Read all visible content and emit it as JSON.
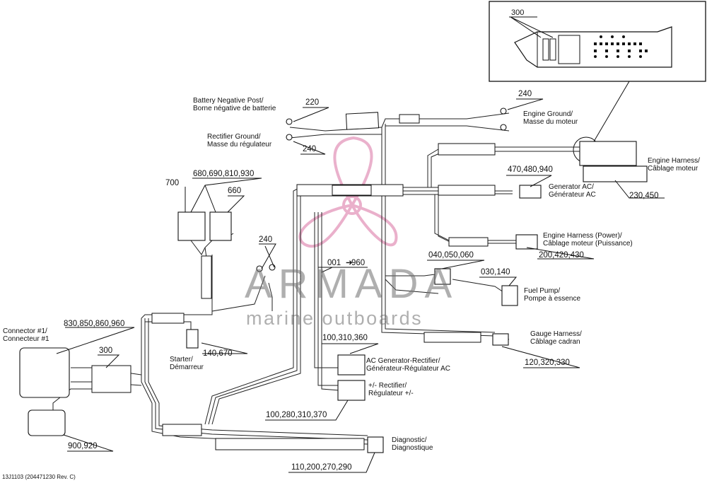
{
  "figure": {
    "reference": "13J1103 (204471230 Rev. C)"
  },
  "watermark": {
    "brand": "ARMADA",
    "tagline": "marine outboards",
    "accent_color": "#e8a8c6",
    "text_color": "#8a8a8a"
  },
  "inset": {
    "part_number": "300"
  },
  "components": [
    {
      "id": "battery_negative",
      "label_en": "Battery Negative Post/",
      "label_fr": "Borne négative de batterie",
      "parts": "220"
    },
    {
      "id": "rectifier_ground",
      "label_en": "Rectifier Ground/",
      "label_fr": "Masse du régulateur",
      "parts": "240"
    },
    {
      "id": "engine_ground",
      "label_en": "Engine Ground/",
      "label_fr": "Masse du moteur",
      "parts": "240"
    },
    {
      "id": "engine_harness",
      "label_en": "Engine Harness/",
      "label_fr": "Câblage moteur",
      "parts": "230,450"
    },
    {
      "id": "generator_ac",
      "label_en": "Generator AC/",
      "label_fr": "Générateur AC",
      "parts": "470,480,940"
    },
    {
      "id": "engine_harness_power",
      "label_en": "Engine Harness (Power)/",
      "label_fr": "Câblage moteur (Puissance)",
      "parts": "200,420,430"
    },
    {
      "id": "fuel_pump",
      "label_en": "Fuel Pump/",
      "label_fr": "Pompe à essence",
      "parts": "030,140"
    },
    {
      "id": "gauge_harness",
      "label_en": "Gauge Harness/",
      "label_fr": "Câblage cadran",
      "parts": "120,320,330"
    },
    {
      "id": "ac_gen_rectifier",
      "label_en": "AC Generator-Rectifier/",
      "label_fr": "Générateur-Régulateur AC",
      "parts": "100,310,360"
    },
    {
      "id": "rectifier_pm",
      "label_en": "+/- Rectifier/",
      "label_fr": "Régulateur +/-",
      "parts": "100,280,310,370"
    },
    {
      "id": "diagnostic",
      "label_en": "Diagnostic/",
      "label_fr": "Diagnostique",
      "parts": "110,200,270,290"
    },
    {
      "id": "starter",
      "label_en": "Starter/",
      "label_fr": "Démarreur",
      "parts": "140,670"
    },
    {
      "id": "connector1",
      "label_en": "Connector #1/",
      "label_fr": "Connecteur #1",
      "parts": "830,850,860,960"
    }
  ],
  "callouts": {
    "relay_group": "680,690,810,930",
    "relay_left": "700",
    "relay_right": "660",
    "ring_terminals": "240",
    "harness_range_start": "001",
    "harness_range_end": "960",
    "fuel_connector": "040,050,060",
    "connector_300": "300",
    "bottom_connector": "900,920"
  }
}
